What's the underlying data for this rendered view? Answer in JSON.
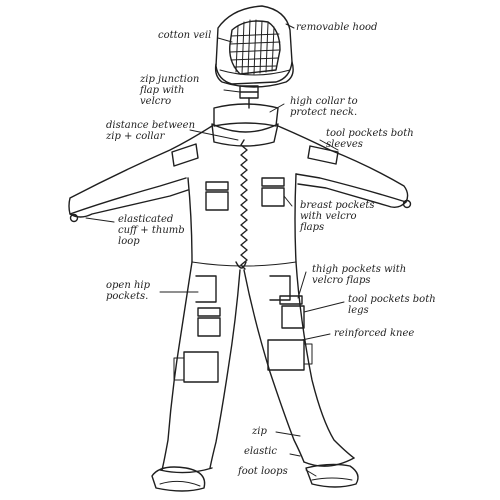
{
  "labels": {
    "cotton_veil": "cotton veil",
    "removable_hood": "removable hood",
    "zip_junction": "zip junction\nflap with\nvelcro",
    "high_collar": "high collar to\nprotect neck.",
    "distance_zip": "distance between\nzip + collar",
    "tool_pockets_sleeves": "tool pockets both\nsleeves",
    "breast_pockets": "breast pockets\nwith velcro\nflaps",
    "elasticated_cuff": "elasticated\ncuff + thumb\nloop",
    "thigh_pockets": "thigh pockets with\nvelcro flaps",
    "open_hip_pockets": "open hip\npockets.",
    "tool_pockets_legs": "tool pockets both\nlegs",
    "reinforced_knee": "reinforced knee",
    "zip": "zip",
    "elastic": "elastic",
    "foot_loops": "foot loops"
  },
  "colors": {
    "ink": "#1f1f1f",
    "paper": "#ffffff"
  }
}
